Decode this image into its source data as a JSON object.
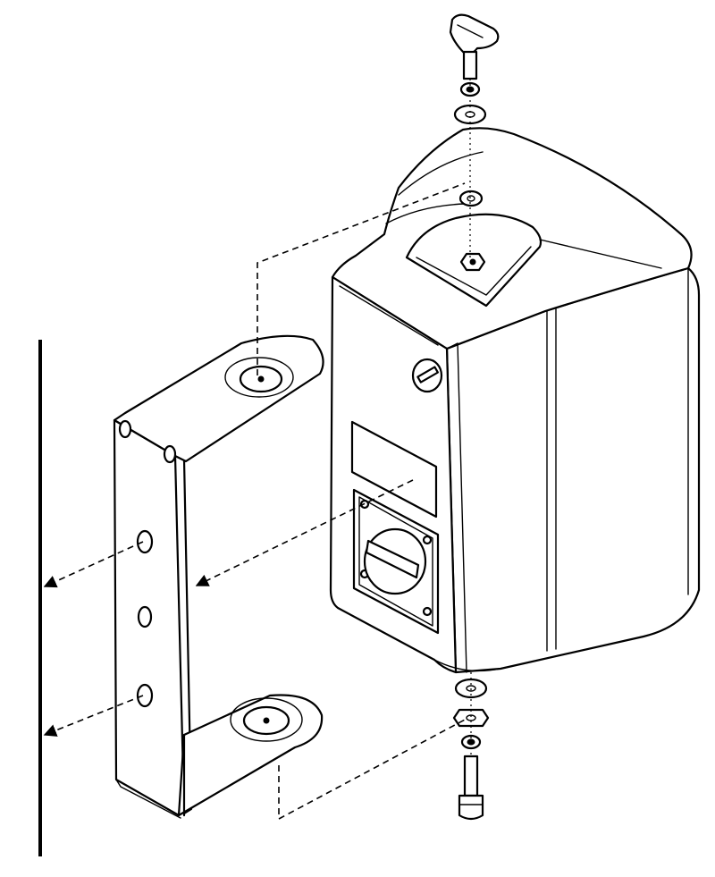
{
  "figure": {
    "kind": "exploded-mounting-diagram",
    "components": [
      "wall",
      "u-bracket",
      "speaker-cabinet",
      "top-knob-bolt",
      "bottom-bolt",
      "washers"
    ],
    "line_color": "#000000",
    "background": "#ffffff"
  }
}
